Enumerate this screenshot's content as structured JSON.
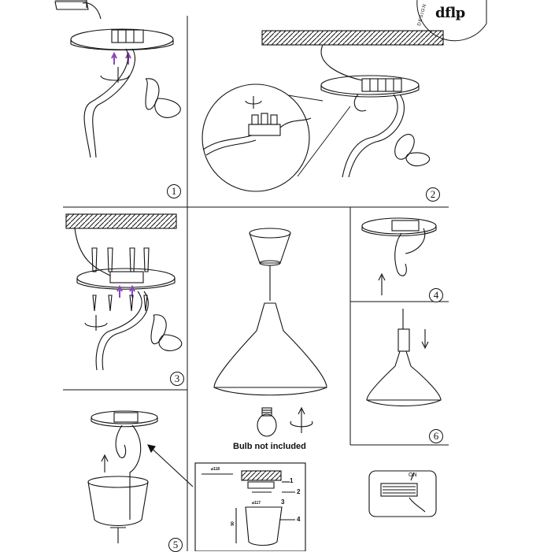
{
  "brand": {
    "logo_text": "dflp",
    "design_tag": "DESIGN"
  },
  "steps": [
    {
      "number": "1"
    },
    {
      "number": "2"
    },
    {
      "number": "3"
    },
    {
      "number": "4"
    },
    {
      "number": "5"
    },
    {
      "number": "6"
    }
  ],
  "bulb_note": "Bulb not included",
  "detail": {
    "dims": [
      "⌀118",
      "⌀117",
      "90"
    ],
    "callouts": [
      "1",
      "2",
      "3",
      "4"
    ]
  },
  "switch_label": "ON"
}
